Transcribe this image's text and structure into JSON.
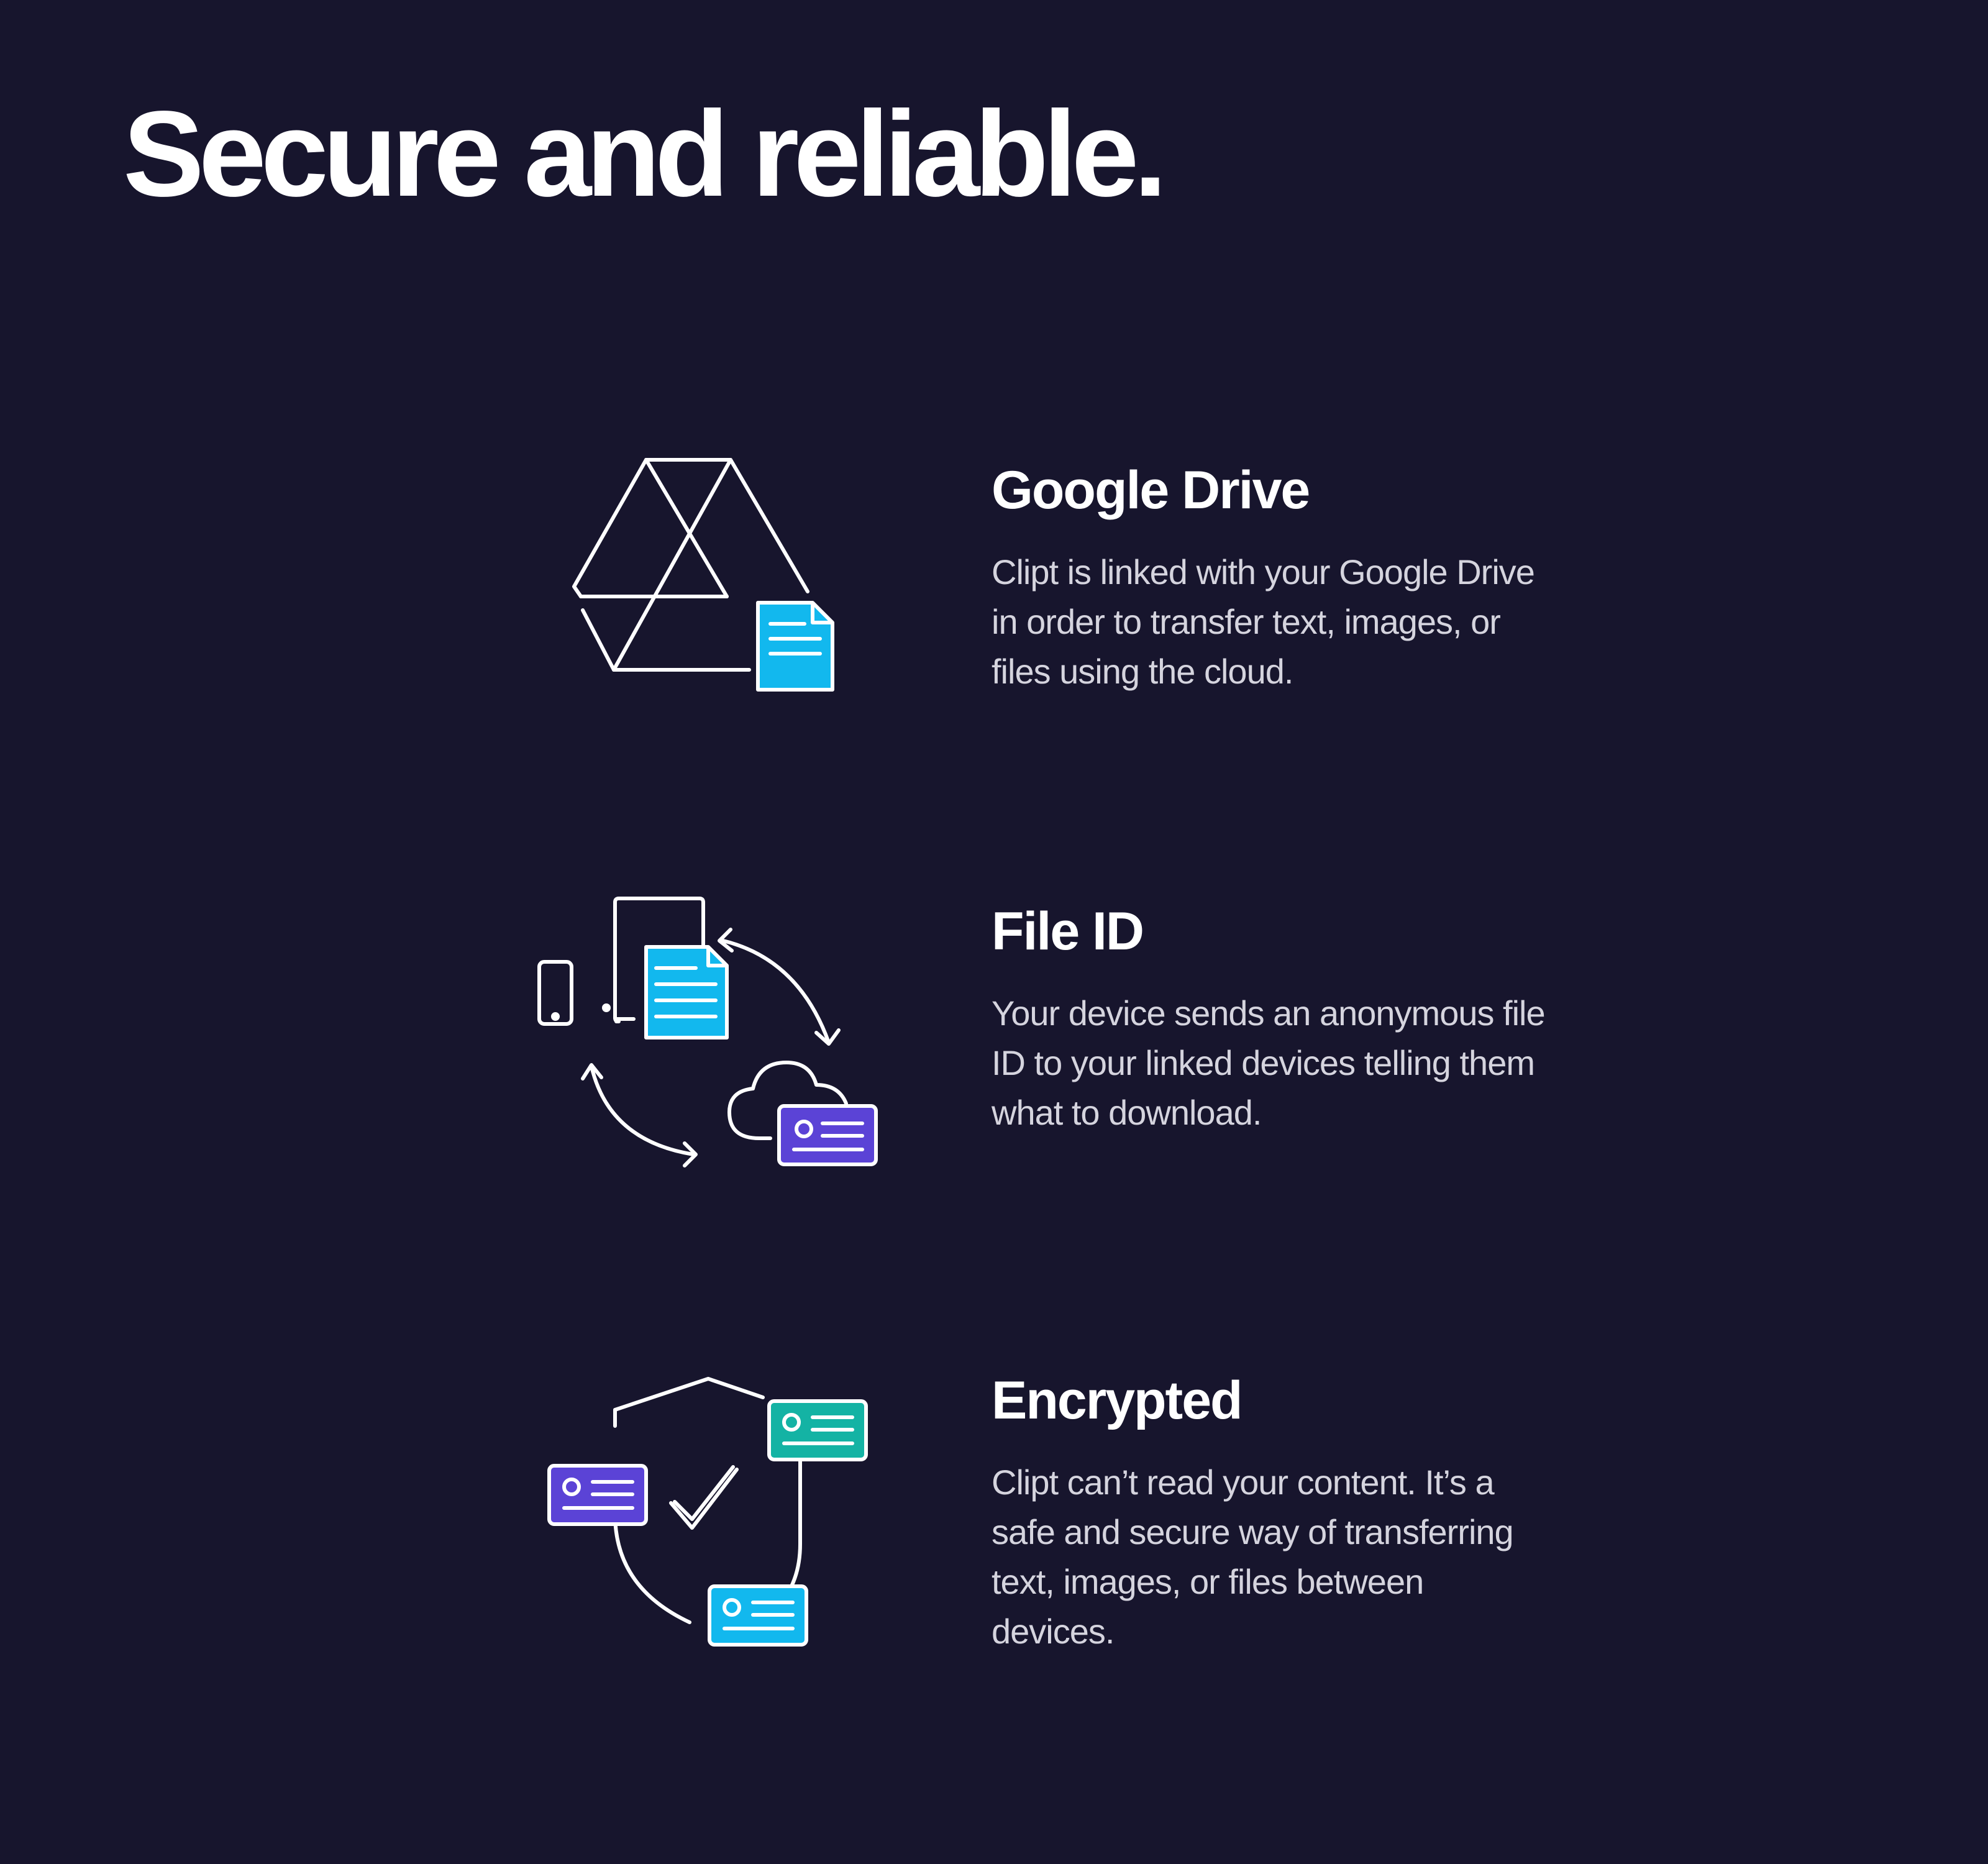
{
  "page": {
    "title": "Secure and reliable."
  },
  "colors": {
    "background": "#17152d",
    "line": "#ffffff",
    "blue": "#12b8ee",
    "purple": "#5b43d6",
    "teal": "#14b3a4"
  },
  "features": [
    {
      "icon": "google-drive-icon",
      "title": "Google Drive",
      "body": "Clipt is linked with your Google Drive in order to transfer text, images, or files using the cloud."
    },
    {
      "icon": "file-id-sync-icon",
      "title": "File ID",
      "body": "Your device sends an anonymous file ID to your linked devices telling them what to download."
    },
    {
      "icon": "encrypted-shield-icon",
      "title": "Encrypted",
      "body": "Clipt can’t read your content. It’s a safe and secure way of transferring text, images, or files between devices."
    }
  ]
}
